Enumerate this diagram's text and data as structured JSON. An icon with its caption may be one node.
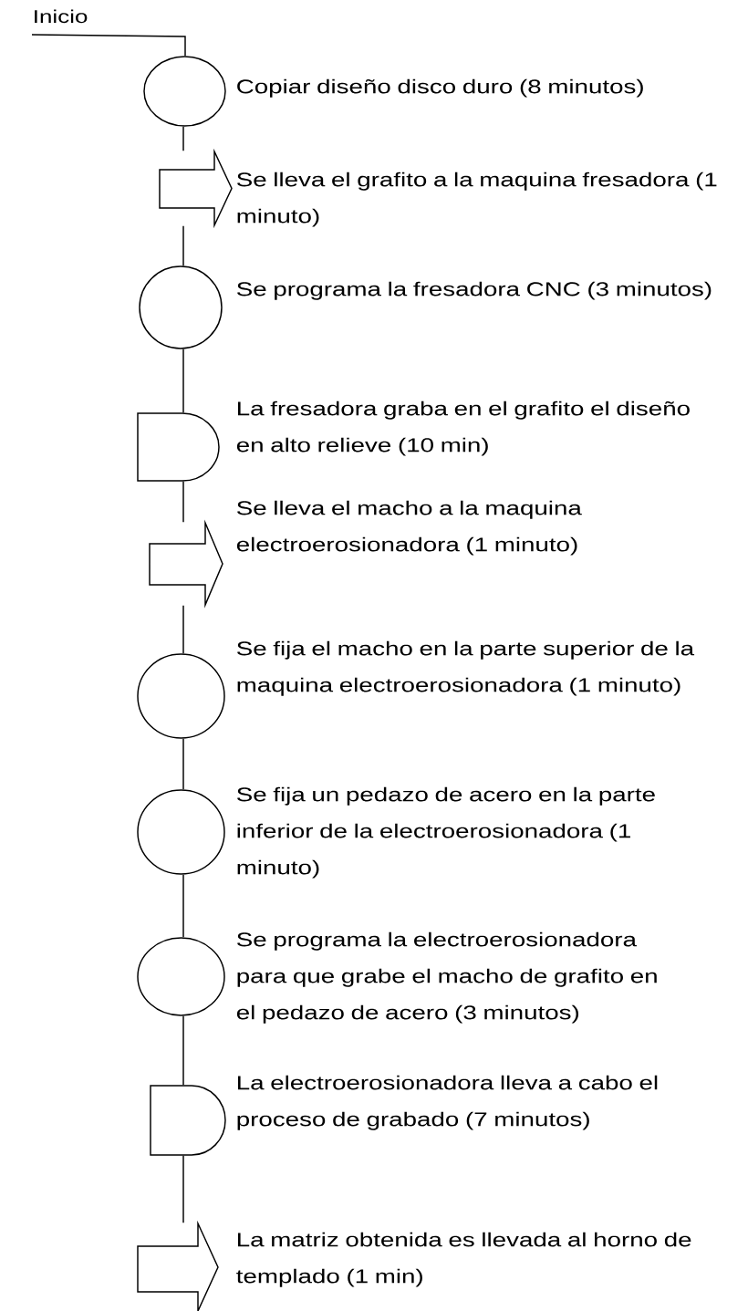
{
  "diagram": {
    "nodes": [
      {
        "text": [
          "Inicio"
        ]
      },
      {
        "text": [],
        "shape": "circle",
        "beside": [
          "Copiar diseño disco duro (8 minutos)"
        ]
      },
      {
        "text": [],
        "shape": "arrow",
        "beside": [
          "Se lleva el grafito a la maquina fresadora (1 minuto)"
        ]
      },
      {
        "text": [],
        "shape": "circle",
        "beside": [
          "Se programa la fresadora CNC (3 minutos)"
        ]
      },
      {
        "text": [],
        "shape": "semicircle",
        "beside": [
          "La fresadora graba en el grafito el diseño en alto relieve (10 min)"
        ]
      },
      {
        "text": [],
        "shape": "arrow",
        "beside": [
          "Se lleva el macho a la maquina electroerosionadora (1 minuto)"
        ]
      },
      {
        "text": [],
        "shape": "circle",
        "beside": [
          "Se fija el macho en la parte superior de la maquina electroerosionadora (1 minuto)"
        ]
      },
      {
        "text": [],
        "shape": "circle",
        "beside": [
          "Se fija un pedazo de acero en la parte inferior de la electroerosionadora (1 minuto)"
        ]
      },
      {
        "text": [],
        "shape": "circle",
        "beside": [
          "Se programa la electroerosionadora para que grabe el macho de grafito en el pedazo de acero (3 minutos)"
        ]
      },
      {
        "text": [],
        "shape": "semicircle",
        "beside": [
          "La electroerosionadora lleva a cabo el proceso de grabado (7 minutos)"
        ]
      },
      {
        "text": [],
        "shape": "arrow",
        "beside": [
          "La matriz obtenida es llevada al horno de templado (1 min)"
        ]
      }
    ],
    "edges": [
      {
        "from": 0,
        "to": 1,
        "arrow": "none"
      },
      {
        "from": 1,
        "to": 2,
        "arrow": "none"
      },
      {
        "from": 2,
        "to": 3,
        "arrow": "none"
      },
      {
        "from": 3,
        "to": 4,
        "arrow": "none"
      },
      {
        "from": 4,
        "to": 5,
        "arrow": "none"
      },
      {
        "from": 5,
        "to": 6,
        "arrow": "none"
      },
      {
        "from": 6,
        "to": 7,
        "arrow": "none"
      },
      {
        "from": 7,
        "to": 8,
        "arrow": "none"
      },
      {
        "from": 8,
        "to": 9,
        "arrow": "none"
      },
      {
        "from": 9,
        "to": 10,
        "arrow": "none"
      }
    ]
  }
}
